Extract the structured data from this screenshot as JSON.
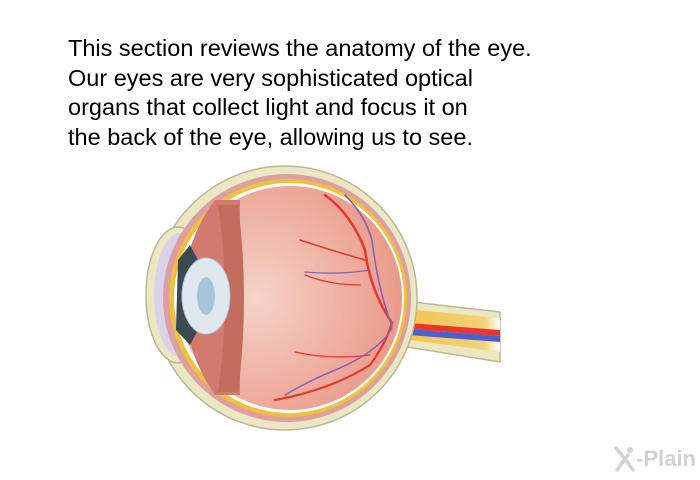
{
  "intro": {
    "lines": [
      "This section reviews the anatomy of the eye.",
      "Our eyes are very sophisticated optical",
      "organs that collect light and focus it on",
      "the back of the eye, allowing us to see."
    ]
  },
  "illustration": {
    "subject": "eye-cross-section"
  },
  "logo": {
    "text": "X-Plain",
    "suffix": "-Plain"
  },
  "colors": {
    "sclera": "#ebe7c4",
    "vitreous": "#eea89a",
    "artery": "#e8372a",
    "vein": "#4a5fd0",
    "nerve": "#f2c24a",
    "logo": "#d2d2d2"
  }
}
